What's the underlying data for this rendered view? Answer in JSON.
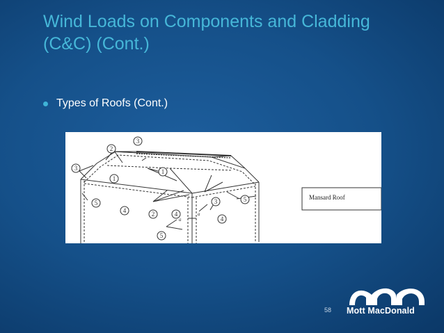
{
  "slide": {
    "title_lines": [
      "Wind Loads on Components and Cladding",
      "(C&C) (Cont.)"
    ],
    "bullets": [
      "Types of Roofs (Cont.)"
    ],
    "page_number": "58",
    "logo_text": "Mott MacDonald"
  },
  "figure": {
    "label": "Mansard Roof",
    "zone_callouts": [
      "1",
      "1",
      "2",
      "2",
      "3",
      "3",
      "3",
      "4",
      "4",
      "4",
      "5",
      "5",
      "5"
    ],
    "dimension_marks": [
      "a",
      "a"
    ]
  },
  "colors": {
    "title": "#46b7d8",
    "bullet": "#3fb3d6",
    "background": "#155089",
    "text": "#ffffff"
  }
}
